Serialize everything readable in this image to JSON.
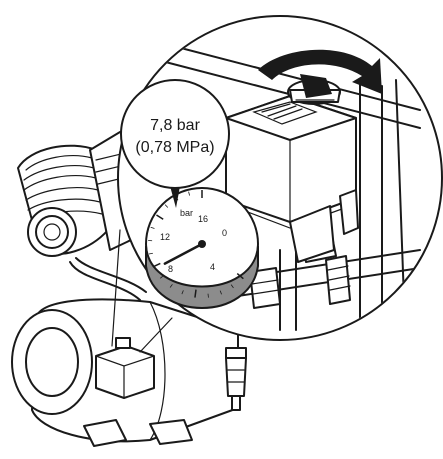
{
  "callout": {
    "line1": "7,8 bar",
    "line2": "(0,78 MPa)"
  },
  "gauge": {
    "unit": "bar",
    "ticks": [
      "0",
      "4",
      "8",
      "12",
      "16"
    ],
    "needle_value_bar": 7.8,
    "scale_max_bar": 16,
    "band_color": "#8c8c8c"
  },
  "colors": {
    "line": "#1a1a1a",
    "shade": "#8c8c8c",
    "background": "#ffffff"
  }
}
